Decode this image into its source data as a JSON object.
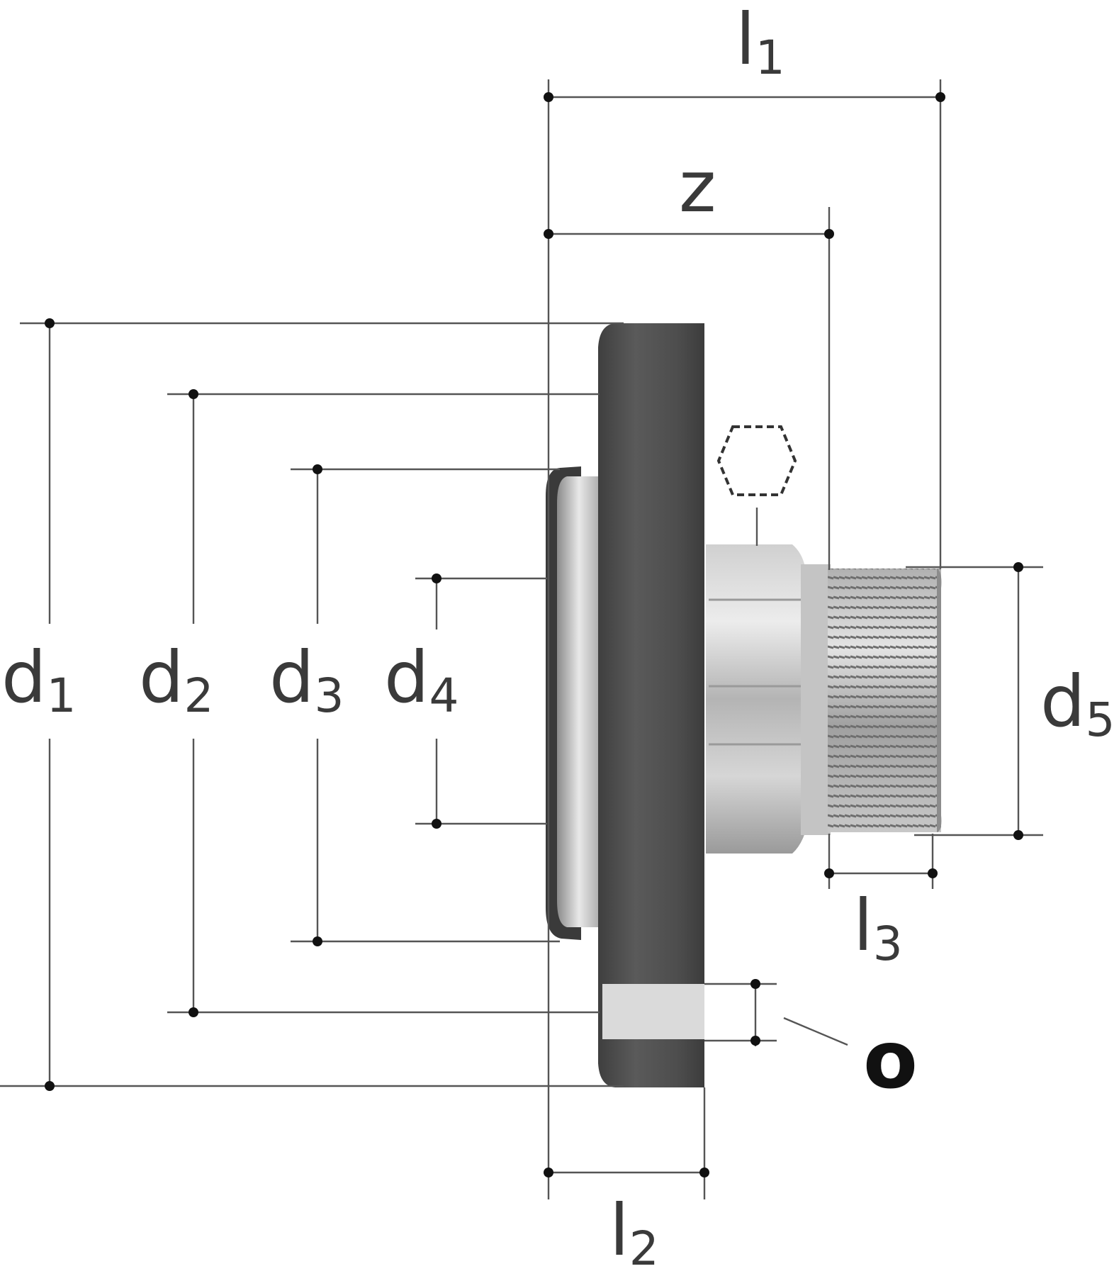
{
  "dimensions": [
    {
      "id": "l1",
      "symbol": "l",
      "subscript": "1"
    },
    {
      "id": "z",
      "symbol": "z",
      "subscript": ""
    },
    {
      "id": "l2",
      "symbol": "l",
      "subscript": "2"
    },
    {
      "id": "l3",
      "symbol": "l",
      "subscript": "3"
    },
    {
      "id": "d1",
      "symbol": "d",
      "subscript": "1"
    },
    {
      "id": "d2",
      "symbol": "d",
      "subscript": "2"
    },
    {
      "id": "d3",
      "symbol": "d",
      "subscript": "3"
    },
    {
      "id": "d4",
      "symbol": "d",
      "subscript": "4"
    },
    {
      "id": "d5",
      "symbol": "d",
      "subscript": "5"
    }
  ],
  "marker_label": "o",
  "icons": [
    "hexagon-wrench-icon"
  ],
  "colors": {
    "flange": "#505050",
    "seal": "#3c3c3c",
    "metal_light": "#dedede",
    "metal_mid": "#bdbdbd",
    "lines": "#555555"
  }
}
